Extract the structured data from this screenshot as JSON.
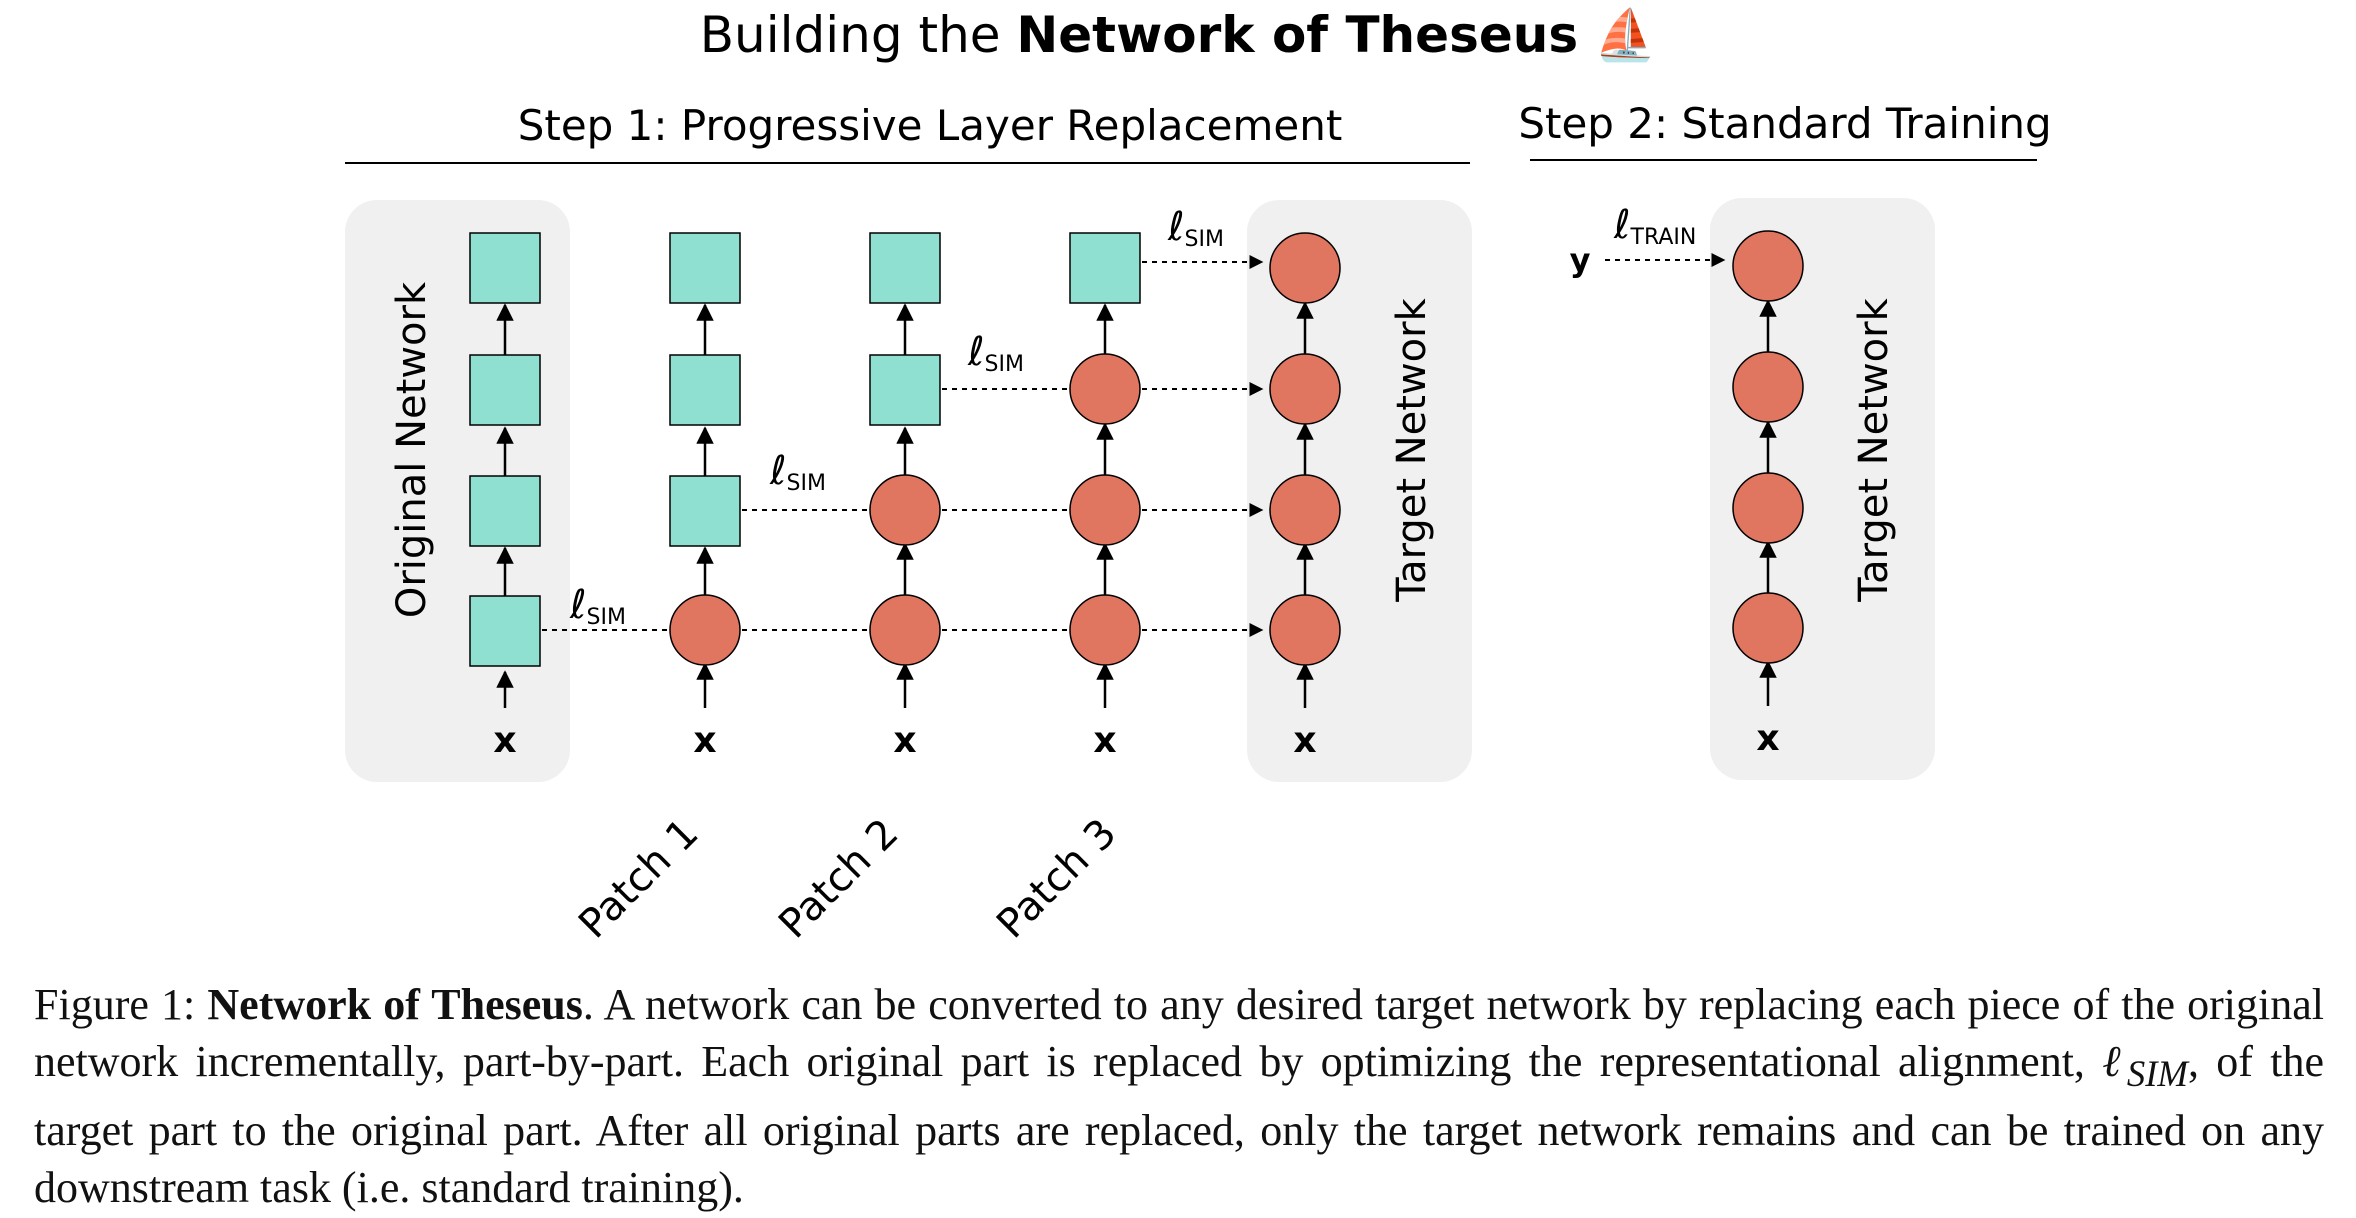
{
  "title": {
    "prefix": "Building the",
    "bold": "Network of Theseus",
    "emoji": "⛵"
  },
  "step1": {
    "label": "Step 1: Progressive Layer Replacement"
  },
  "step2": {
    "label": "Step 2: Standard Training"
  },
  "original_network": {
    "label": "Original Network",
    "input": "x"
  },
  "target_network": {
    "label": "Target Network",
    "input": "x"
  },
  "patches": [
    {
      "label": "Patch 1",
      "input": "x"
    },
    {
      "label": "Patch 2",
      "input": "x"
    },
    {
      "label": "Patch 3",
      "input": "x"
    }
  ],
  "losses": {
    "sim_symbol": "ℓ",
    "sim_sub": "SIM",
    "train_symbol": "ℓ",
    "train_sub": "TRAIN",
    "train_input": "y"
  },
  "step2_network": {
    "label": "Target Network",
    "input": "x"
  },
  "caption": {
    "figure_label": "Figure 1:",
    "bold_title": "Network of Theseus",
    "text_1": ". A network can be converted to any desired target network by replacing each piece of the original network incrementally, part-by-part. Each original part is replaced by optimizing the representational alignment,",
    "math": "ℓ",
    "math_sub": "SIM",
    "text_2": ", of the target part to the original part. After all original parts are replaced, only the target network remains and can be trained on any downstream task (i.e. standard training)."
  },
  "colors": {
    "original_fill": "#8fe0d0",
    "target_fill": "#e07560",
    "panel_bg": "#f0f0f0"
  }
}
